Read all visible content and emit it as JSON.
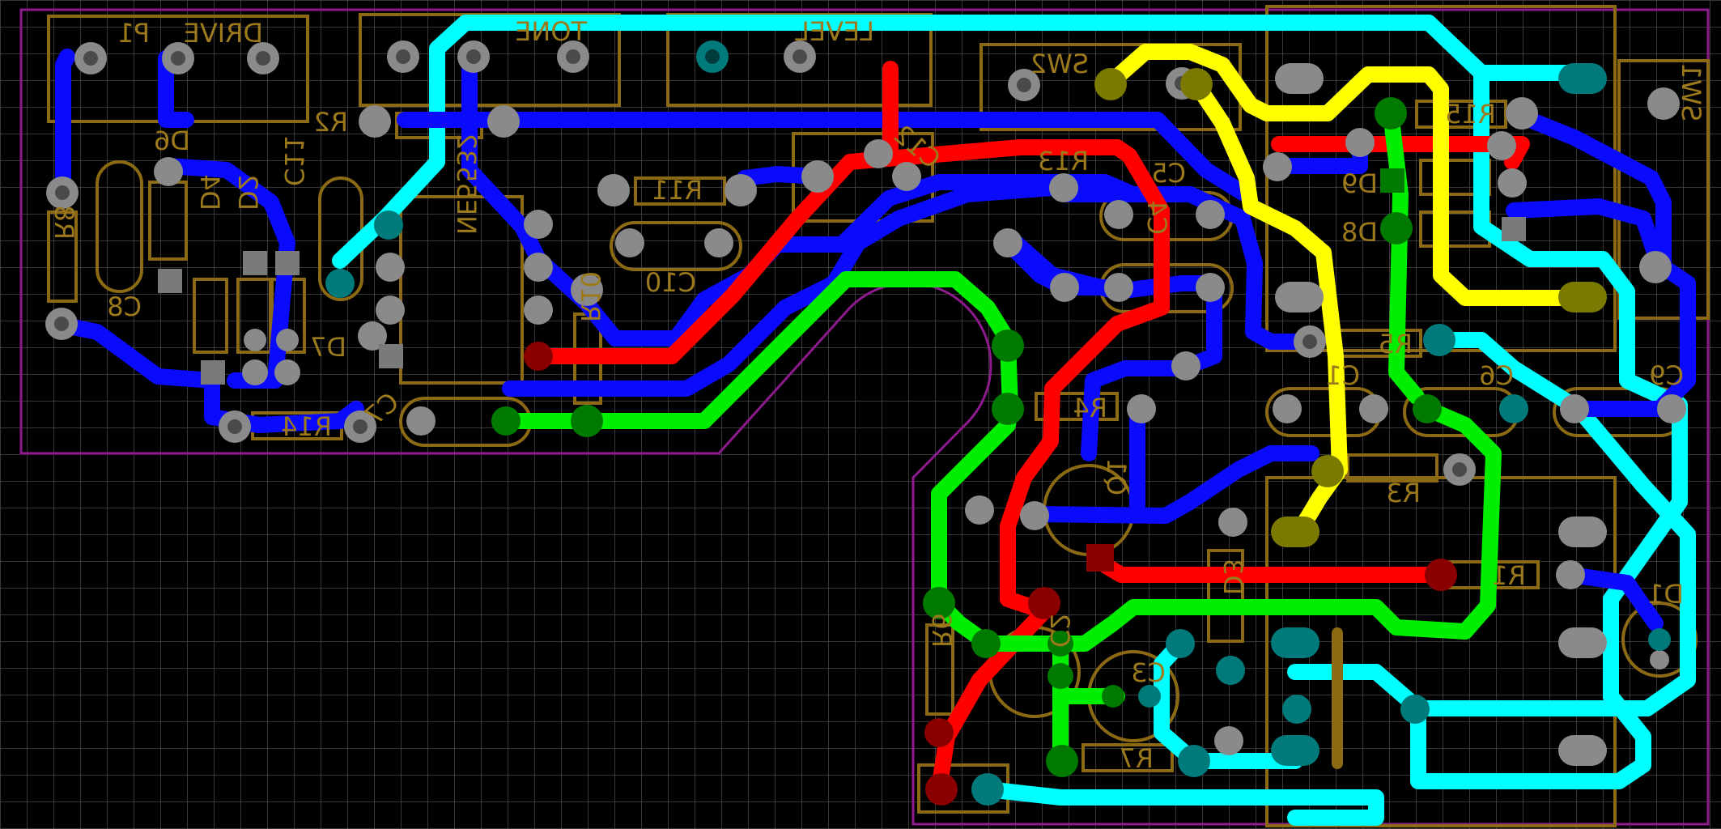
{
  "board": {
    "colors": {
      "background": "#000000",
      "grid": "#5a5a5a",
      "outline": "#8e1b8e",
      "silk": "#8c6a14",
      "pad": "#8a8a8a",
      "trace_blue": "#0a0aff",
      "trace_cyan": "#00ffff",
      "trace_red": "#ff0000",
      "trace_green": "#00ee00",
      "trace_yellow": "#ffff00"
    },
    "labels": {
      "p1": "P1",
      "drive": "DRIVE",
      "tone": "TONE",
      "level": "LEVEL",
      "sw2": "SW2",
      "sw1": "SW1",
      "r2": "R2",
      "r8": "R8",
      "d6": "D6",
      "c8": "C8",
      "d4": "D4",
      "d2": "D2",
      "c11": "C11",
      "d7": "D7",
      "r14": "R14",
      "c7": "C7",
      "ic": "NE5532",
      "r11": "R11",
      "c10": "C10",
      "r10": "R10",
      "c12": "C12",
      "r13": "R13",
      "c5": "C5",
      "c4": "C4",
      "r4": "R4",
      "q1": "Q1",
      "r15": "R15",
      "d9": "D9",
      "d8": "D8",
      "r5": "R5",
      "c1": "C1",
      "c6": "C6",
      "c9": "C9",
      "r3": "R3",
      "r1": "R1",
      "d3": "D3",
      "d1": "D1",
      "c2": "C2",
      "c3": "C3",
      "r6": "R6",
      "r7": "R7"
    }
  }
}
